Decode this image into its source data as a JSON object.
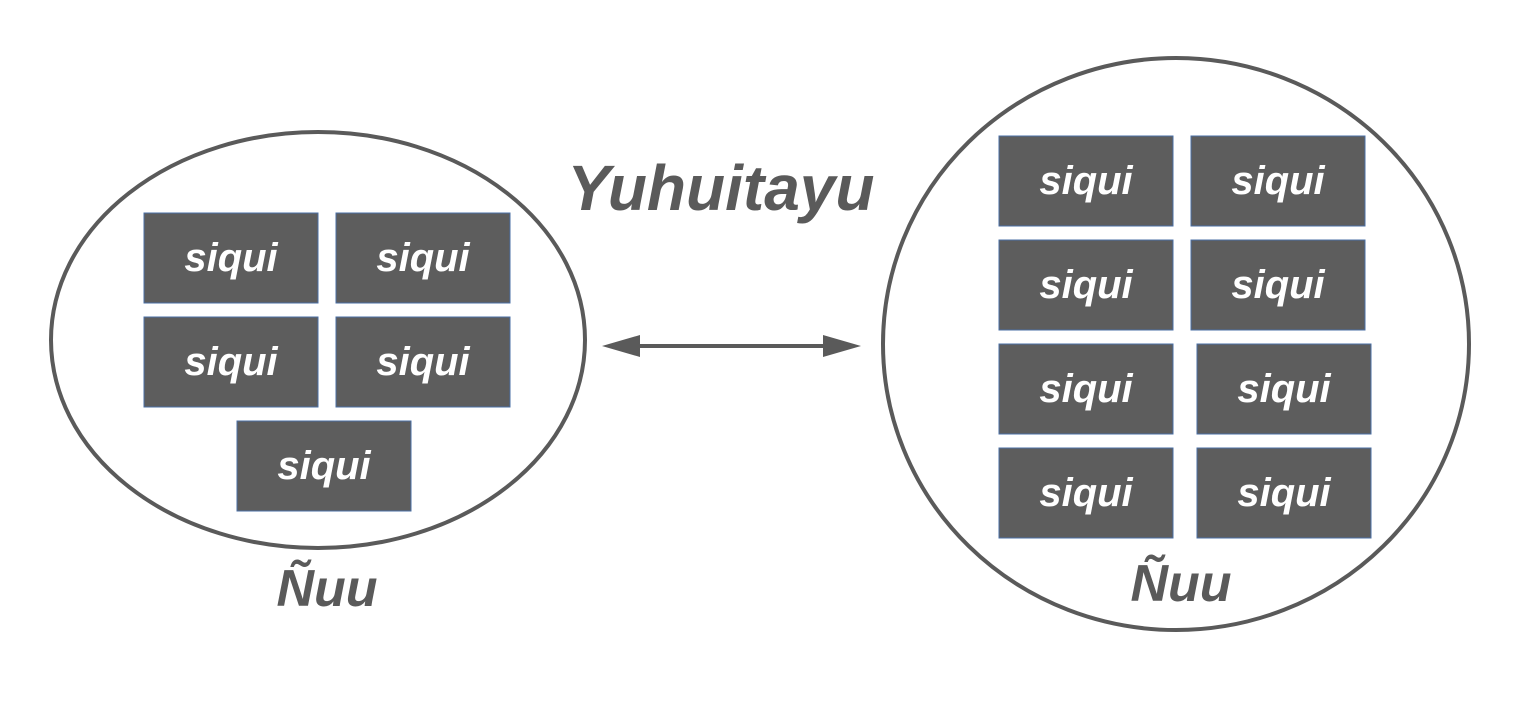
{
  "relation": {
    "label": "Yuhuitayu"
  },
  "groups": [
    {
      "label": "Ñuu",
      "items": [
        "siqui",
        "siqui",
        "siqui",
        "siqui",
        "siqui"
      ]
    },
    {
      "label": "Ñuu",
      "items": [
        "siqui",
        "siqui",
        "siqui",
        "siqui",
        "siqui",
        "siqui",
        "siqui",
        "siqui"
      ]
    }
  ],
  "colors": {
    "box_fill": "#5d5d5d",
    "outline": "#5a5a5a",
    "box_text": "#ffffff"
  },
  "icons": {
    "relation_arrow": "double-headed-arrow-icon"
  }
}
